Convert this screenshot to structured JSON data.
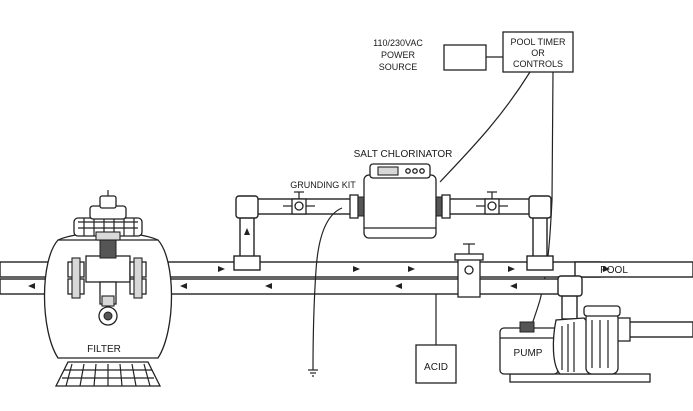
{
  "labels": {
    "power_source_line1": "110/230VAC",
    "power_source_line2": "POWER",
    "power_source_line3": "SOURCE",
    "timer_line1": "POOL TIMER",
    "timer_line2": "OR",
    "timer_line3": "CONTROLS",
    "salt_chlorinator": "SALT CHLORINATOR",
    "grounding_kit": "GRUNDING KIT",
    "pool": "POOL",
    "filter": "FILTER",
    "acid": "ACID",
    "pump": "PUMP"
  },
  "colors": {
    "line": "#222222",
    "background": "#ffffff"
  }
}
